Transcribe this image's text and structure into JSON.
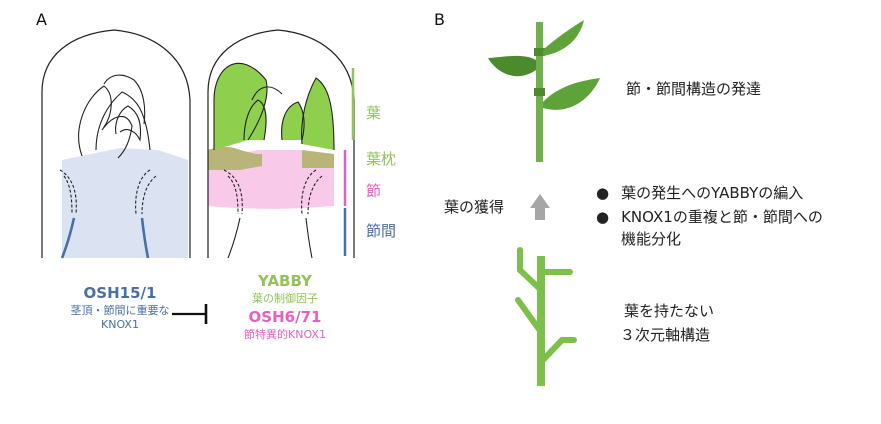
{
  "panels": {
    "a": "A",
    "b": "B"
  },
  "panel_a": {
    "left_gene": "OSH15/1",
    "left_desc_1": "茎頂・節間に重要な",
    "left_desc_2": "KNOX1",
    "yabby": "YABBY",
    "yabby_desc": "葉の制御因子",
    "osh6": "OSH6/71",
    "osh6_desc": "節特異的KNOX1",
    "labels": {
      "leaf": "葉",
      "pulvinus": "葉枕",
      "node": "節",
      "internode": "節間"
    },
    "colors": {
      "leaf": "#92c25a",
      "node": "#e45fc4",
      "internode": "#4a6fa5"
    }
  },
  "panel_b": {
    "top_caption": "節・節間構造の発達",
    "arrow_label": "葉の獲得",
    "bullet_1": "葉の発生へのYABBYの編入",
    "bullet_2_line1": "KNOX1の重複と節・節間への",
    "bullet_2_line2": "機能分化",
    "bottom_line1": "葉を持たない",
    "bottom_line2": "３次元軸構造"
  }
}
